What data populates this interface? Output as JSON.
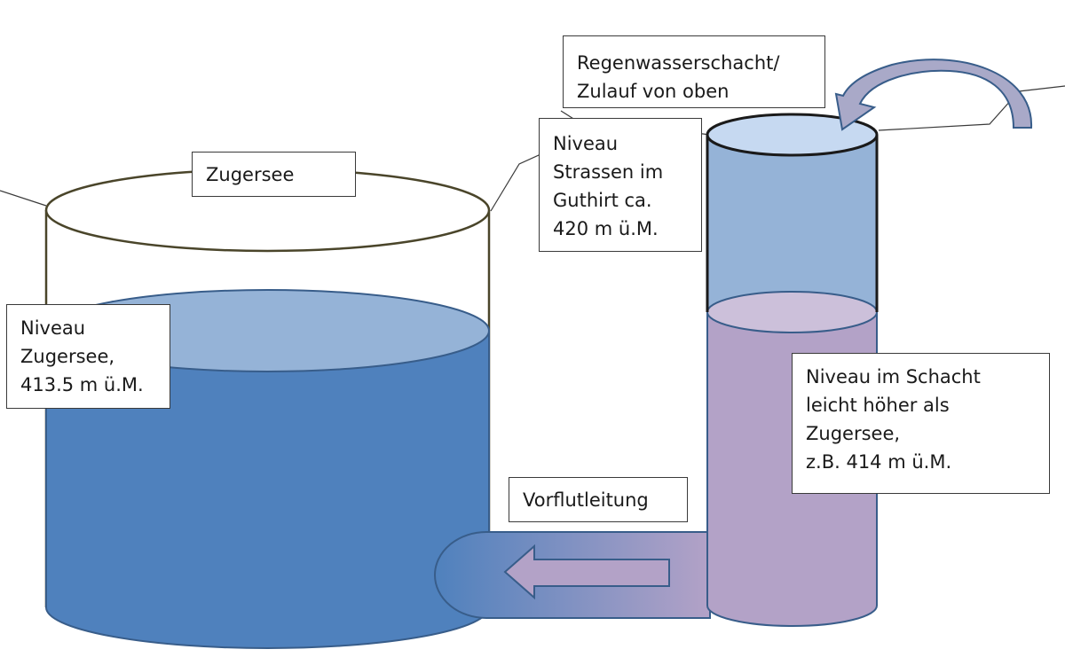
{
  "labels": {
    "zugersee": "Zugersee",
    "regenwasser": [
      "Regenwasserschacht/",
      "Zulauf von oben"
    ],
    "strassen": [
      "Niveau",
      "Strassen im",
      "Guthirt ca.",
      "420 m ü.M."
    ],
    "niveau_zugersee": [
      "Niveau",
      "Zugersee,",
      "413.5 m ü.M."
    ],
    "niveau_schacht": [
      "Niveau im Schacht",
      "leicht höher als",
      "Zugersee,",
      "z.B. 414 m ü.M."
    ],
    "vorflutleitung": "Vorflutleitung"
  },
  "colors": {
    "lake_water": "#4f81bd",
    "lake_water_top": "#95b3d7",
    "shaft_empty": "#95b3d7",
    "shaft_top": "#c6d9f1",
    "shaft_water": "#b3a2c7",
    "shaft_water_top": "#ccc0da",
    "outline_lake": "#4a452a",
    "outline_blue": "#385d8a",
    "arrow": "#a9a9c8"
  }
}
